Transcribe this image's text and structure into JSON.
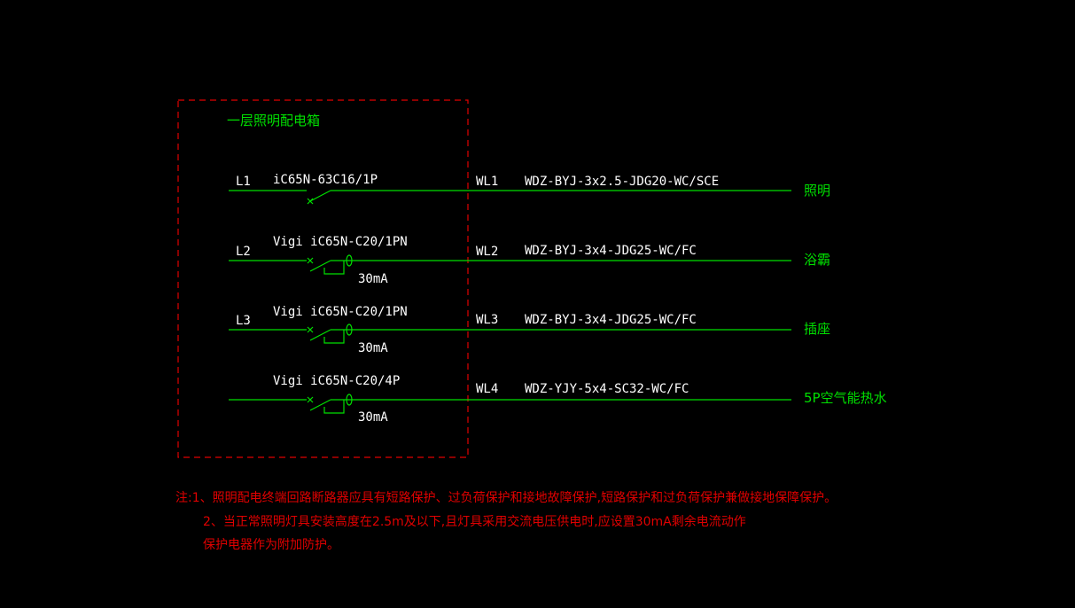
{
  "panel": {
    "title": "一层照明配电箱",
    "frame_color": "#e00000"
  },
  "colors": {
    "line": "#00e000",
    "text": "#ffffff",
    "note": "#e00000"
  },
  "circuits": [
    {
      "phase": "L1",
      "breaker": "iC65N-63C16/1P",
      "rcd": "",
      "wl": "WL1",
      "cable": "WDZ-BYJ-3x2.5-JDG20-WC/SCE",
      "load": "照明"
    },
    {
      "phase": "L2",
      "breaker": "Vigi iC65N-C20/1PN",
      "rcd": "30mA",
      "wl": "WL2",
      "cable": "WDZ-BYJ-3x4-JDG25-WC/FC",
      "load": "浴霸"
    },
    {
      "phase": "L3",
      "breaker": "Vigi iC65N-C20/1PN",
      "rcd": "30mA",
      "wl": "WL3",
      "cable": "WDZ-BYJ-3x4-JDG25-WC/FC",
      "load": "插座"
    },
    {
      "phase": "",
      "breaker": "Vigi iC65N-C20/4P",
      "rcd": "30mA",
      "wl": "WL4",
      "cable": "WDZ-YJY-5x4-SC32-WC/FC",
      "load": "5P空气能热水"
    }
  ],
  "notes": [
    "注:1、照明配电终端回路断路器应具有短路保护、过负荷保护和接地故障保护,短路保护和过负荷保护兼做接地保障保护。",
    "2、当正常照明灯具安装高度在2.5m及以下,且灯具采用交流电压供电时,应设置30mA剩余电流动作",
    "保护电器作为附加防护。"
  ]
}
